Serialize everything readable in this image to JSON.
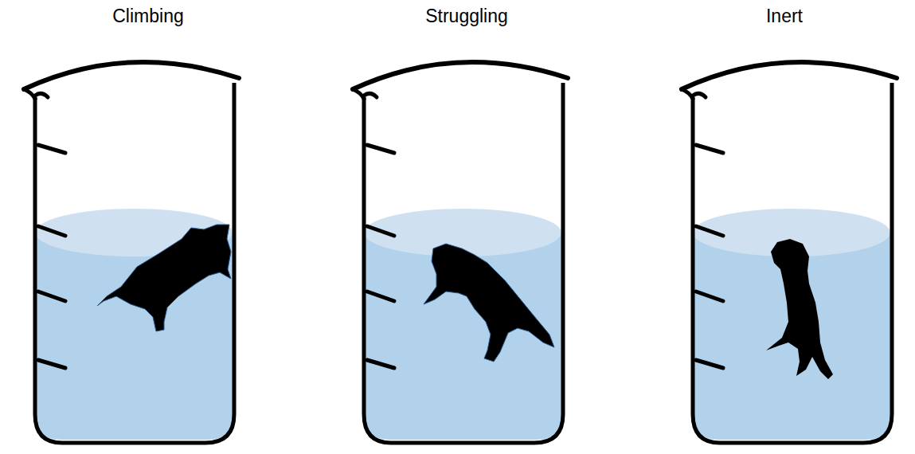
{
  "diagram": {
    "labels": [
      "Climbing",
      "Struggling",
      "Inert"
    ]
  }
}
